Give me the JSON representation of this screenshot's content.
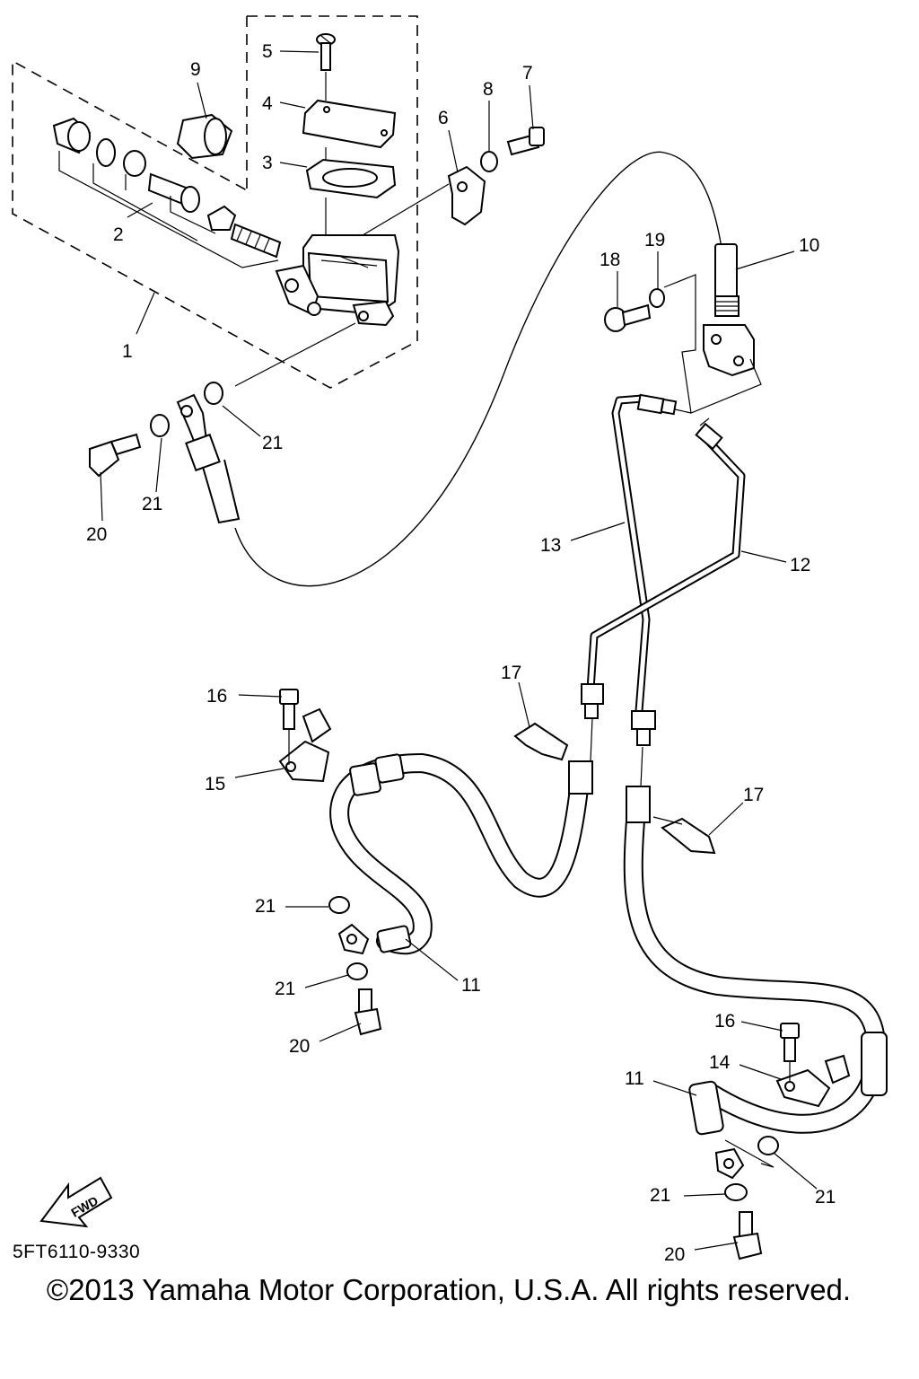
{
  "diagram": {
    "code": "5FT6110-9330",
    "copyright": "©2013 Yamaha Motor Corporation, U.S.A. All rights reserved.",
    "fwd_label": "FWD",
    "callouts": {
      "c1": "1",
      "c2": "2",
      "c3": "3",
      "c4": "4",
      "c5": "5",
      "c6": "6",
      "c7": "7",
      "c8": "8",
      "c9": "9",
      "c10": "10",
      "c11a": "11",
      "c11b": "11",
      "c12": "12",
      "c13": "13",
      "c14": "14",
      "c15": "15",
      "c16a": "16",
      "c16b": "16",
      "c17a": "17",
      "c17b": "17",
      "c18": "18",
      "c19": "19",
      "c20a": "20",
      "c20b": "20",
      "c20c": "20",
      "c21a": "21",
      "c21b": "21",
      "c21c": "21",
      "c21d": "21",
      "c21e": "21",
      "c21f": "21"
    }
  }
}
